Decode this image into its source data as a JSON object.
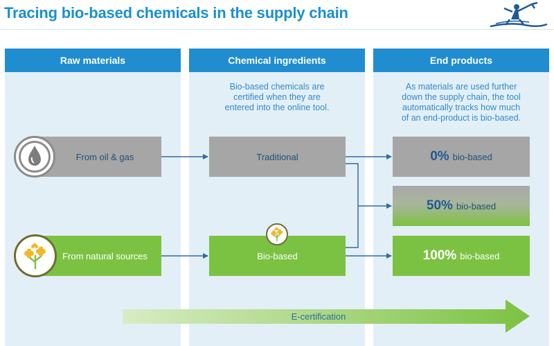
{
  "title": "Tracing bio-based chemicals in the supply chain",
  "columns": {
    "raw": {
      "header": "Raw materials"
    },
    "chemical": {
      "header": "Chemical ingredients",
      "desc": [
        "Bio-based chemicals are",
        "certified when they are",
        "entered into the online tool."
      ]
    },
    "end": {
      "header": "End products",
      "desc": [
        "As materials are used further",
        "down the supply chain, the tool",
        "automatically tracks how much",
        "of an end-product is bio-based."
      ]
    }
  },
  "raw_boxes": {
    "oil": {
      "label": "From oil & gas",
      "icon": "oil-drop-icon"
    },
    "natural": {
      "label": "From natural sources",
      "icon": "flower-icon"
    }
  },
  "chemical_boxes": {
    "traditional": {
      "label": "Traditional"
    },
    "bio": {
      "label": "Bio-based",
      "icon": "flower-icon"
    }
  },
  "end_boxes": [
    {
      "percent": "0%",
      "label": "bio-based"
    },
    {
      "percent": "50%",
      "label": "bio-based"
    },
    {
      "percent": "100%",
      "label": "bio-based"
    }
  ],
  "ecertification": {
    "label": "E-certification"
  },
  "colors": {
    "accent_blue": "#1f8dd0",
    "column_bg": "#e3eff7",
    "grey_box": "#a6a6a6",
    "green_box": "#7cc242",
    "connector": "#2e6da4"
  }
}
